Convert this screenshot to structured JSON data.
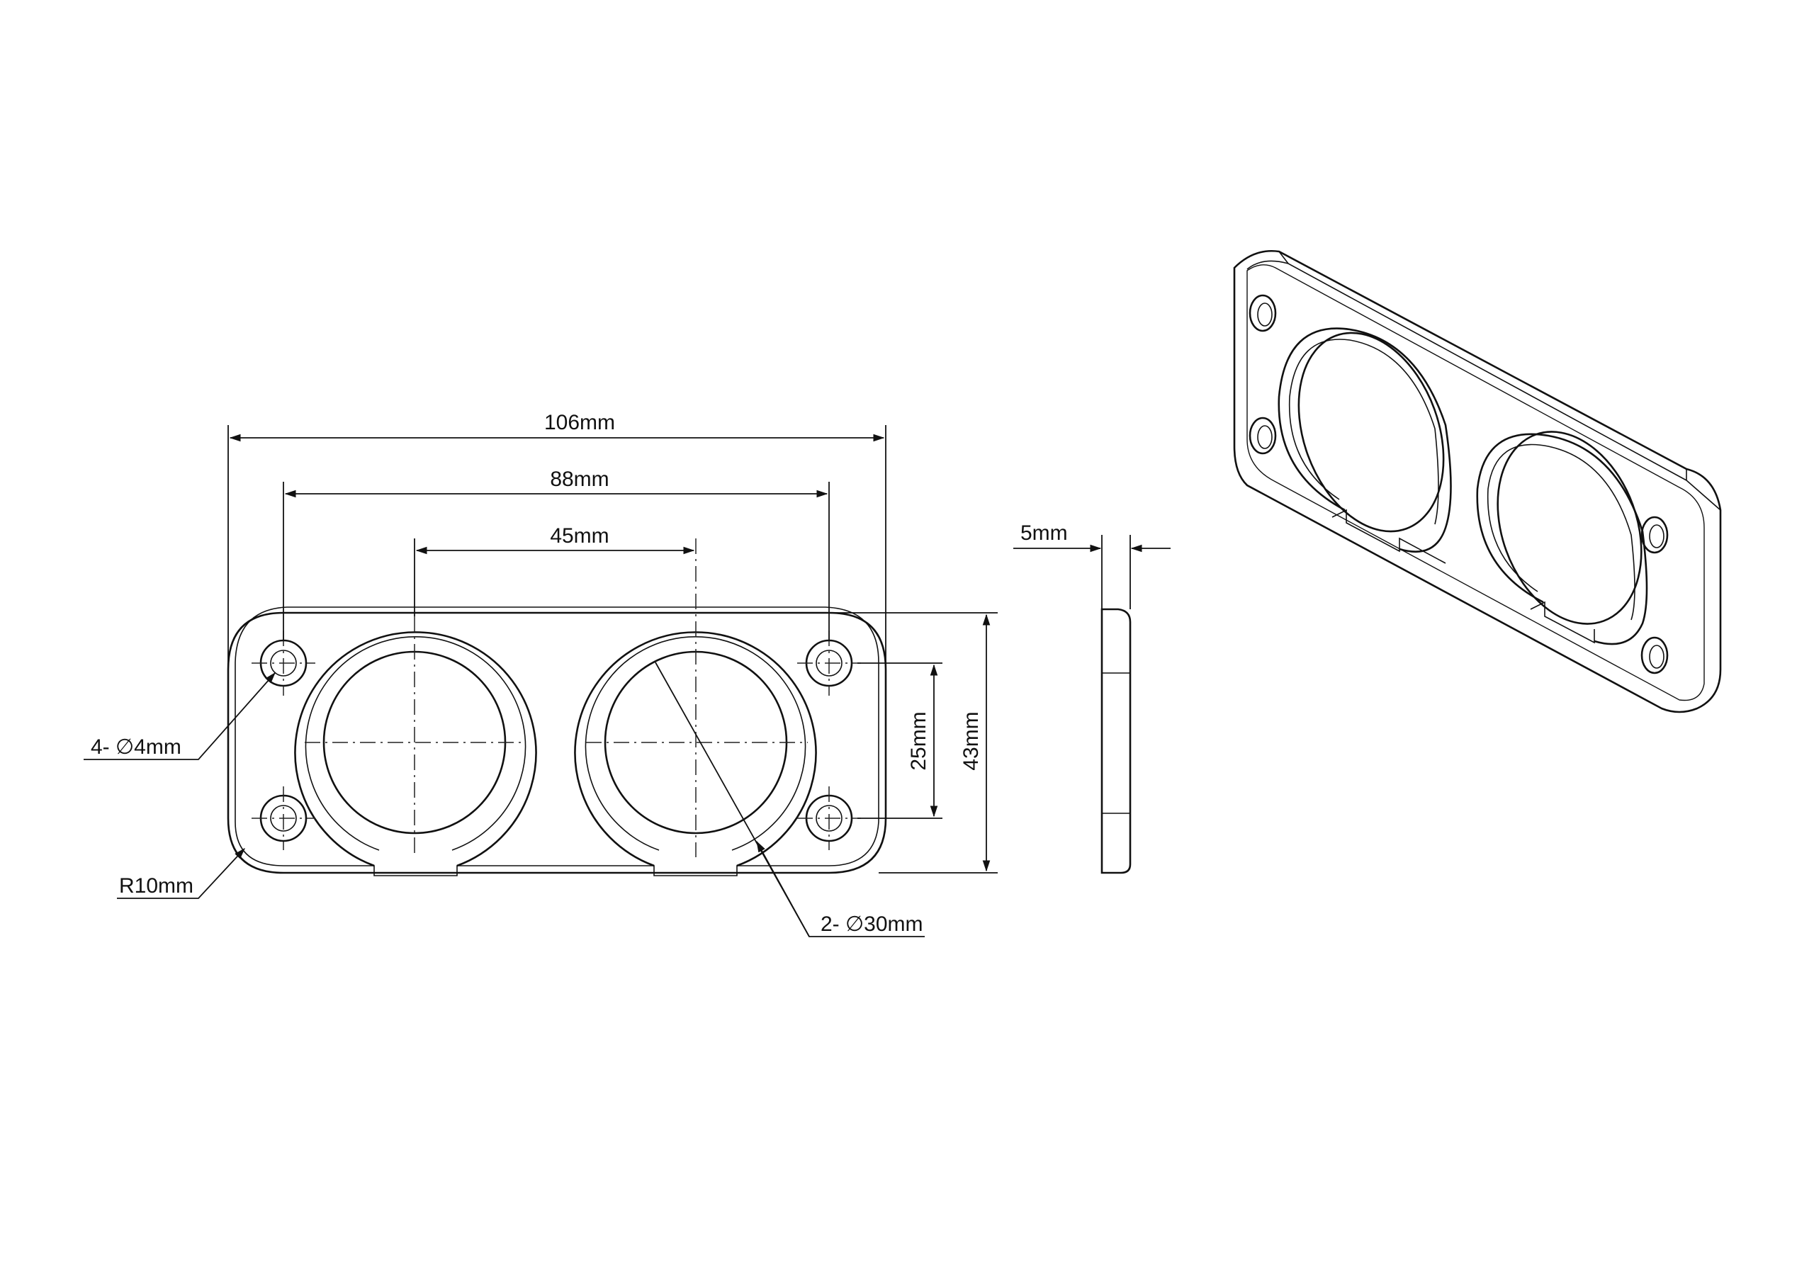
{
  "drawing": {
    "dimensions": {
      "overall_length": "106mm",
      "mount_hole_spacing": "88mm",
      "socket_spacing": "45mm",
      "plate_thickness": "5mm",
      "mount_hole_vertical_spacing": "25mm",
      "overall_height": "43mm",
      "mount_hole_callout": "4- ∅4mm",
      "corner_radius_callout": "R10mm",
      "socket_hole_callout": "2- ∅30mm"
    },
    "colors": {
      "line": "#111111",
      "background": "#ffffff"
    }
  }
}
